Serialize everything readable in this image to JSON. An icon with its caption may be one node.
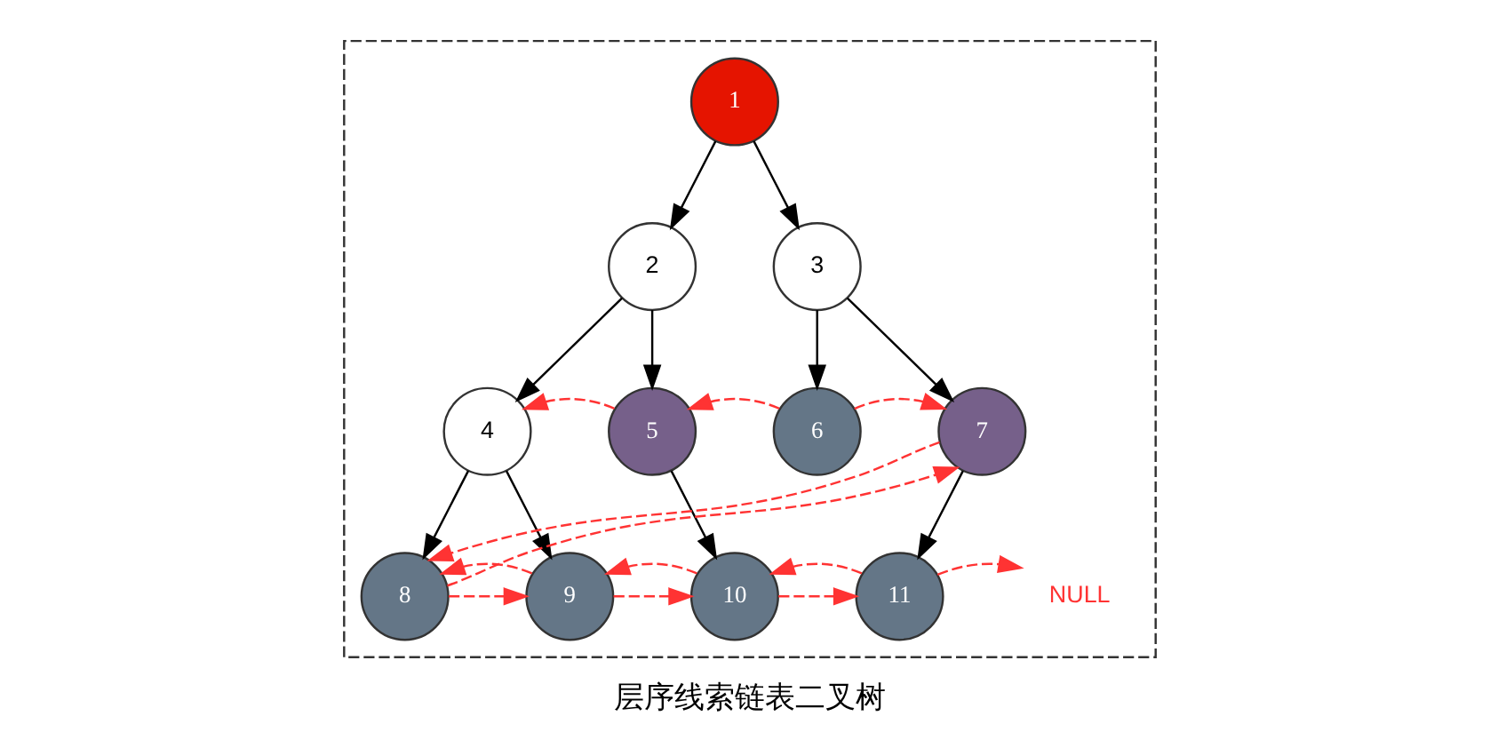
{
  "diagram": {
    "caption": "层序线索链表二叉树",
    "nodes": [
      {
        "text": [],
        "shape": "box"
      },
      {
        "text": [
          "1"
        ],
        "in": 0
      },
      {
        "text": [
          "2"
        ],
        "in": 0
      },
      {
        "text": [
          "3"
        ],
        "in": 0
      },
      {
        "text": [
          "4"
        ],
        "in": 0
      },
      {
        "text": [
          "5"
        ],
        "in": 0
      },
      {
        "text": [
          "6"
        ],
        "in": 0
      },
      {
        "text": [
          "7"
        ],
        "in": 0
      },
      {
        "text": [
          "8"
        ],
        "in": 0
      },
      {
        "text": [
          "9"
        ],
        "in": 0
      },
      {
        "text": [
          "10"
        ],
        "in": 0
      },
      {
        "text": [
          "11"
        ],
        "in": 0
      },
      {
        "text": [
          "NULL"
        ],
        "in": 0
      }
    ],
    "edges": [
      {
        "from": 1,
        "to": 2,
        "arrow": "to",
        "color": "#000000"
      },
      {
        "from": 1,
        "to": 3,
        "arrow": "to",
        "color": "#000000"
      },
      {
        "from": 2,
        "to": 4,
        "arrow": "to",
        "color": "#000000"
      },
      {
        "from": 2,
        "to": 5,
        "arrow": "to",
        "color": "#000000"
      },
      {
        "from": 3,
        "to": 6,
        "arrow": "to",
        "color": "#000000"
      },
      {
        "from": 3,
        "to": 7,
        "arrow": "to",
        "color": "#000000"
      },
      {
        "from": 4,
        "to": 8,
        "arrow": "to",
        "color": "#000000"
      },
      {
        "from": 4,
        "to": 9,
        "arrow": "to",
        "color": "#000000"
      },
      {
        "from": 5,
        "to": 10,
        "arrow": "to",
        "color": "#000000"
      },
      {
        "from": 7,
        "to": 11,
        "arrow": "to",
        "color": "#000000"
      },
      {
        "from": 5,
        "to": 4,
        "arrow": "to",
        "style": "dashed",
        "color": "#ff3333"
      },
      {
        "from": 6,
        "to": 5,
        "arrow": "to",
        "style": "dashed",
        "color": "#ff3333"
      },
      {
        "from": 6,
        "to": 7,
        "arrow": "to",
        "style": "dashed",
        "color": "#ff3333"
      },
      {
        "from": 8,
        "to": 9,
        "arrow": "to",
        "style": "dashed",
        "color": "#ff3333"
      },
      {
        "from": 9,
        "to": 10,
        "arrow": "to",
        "style": "dashed",
        "color": "#ff3333"
      },
      {
        "from": 10,
        "to": 11,
        "arrow": "to",
        "style": "dashed",
        "color": "#ff3333"
      },
      {
        "from": 11,
        "to": 10,
        "arrow": "to",
        "style": "dashed",
        "color": "#ff3333"
      },
      {
        "from": 10,
        "to": 9,
        "arrow": "to",
        "style": "dashed",
        "color": "#ff3333"
      },
      {
        "from": 9,
        "to": 8,
        "arrow": "to",
        "style": "dashed",
        "color": "#ff3333"
      },
      {
        "from": 11,
        "to": 12,
        "arrow": "to",
        "style": "dashed",
        "color": "#ff3333"
      },
      {
        "from": 8,
        "to": 7,
        "arrow": "to",
        "style": "dashed",
        "color": "#ff3333"
      },
      {
        "from": 7,
        "to": 8,
        "arrow": "to",
        "style": "dashed",
        "color": "#ff3333"
      }
    ]
  }
}
